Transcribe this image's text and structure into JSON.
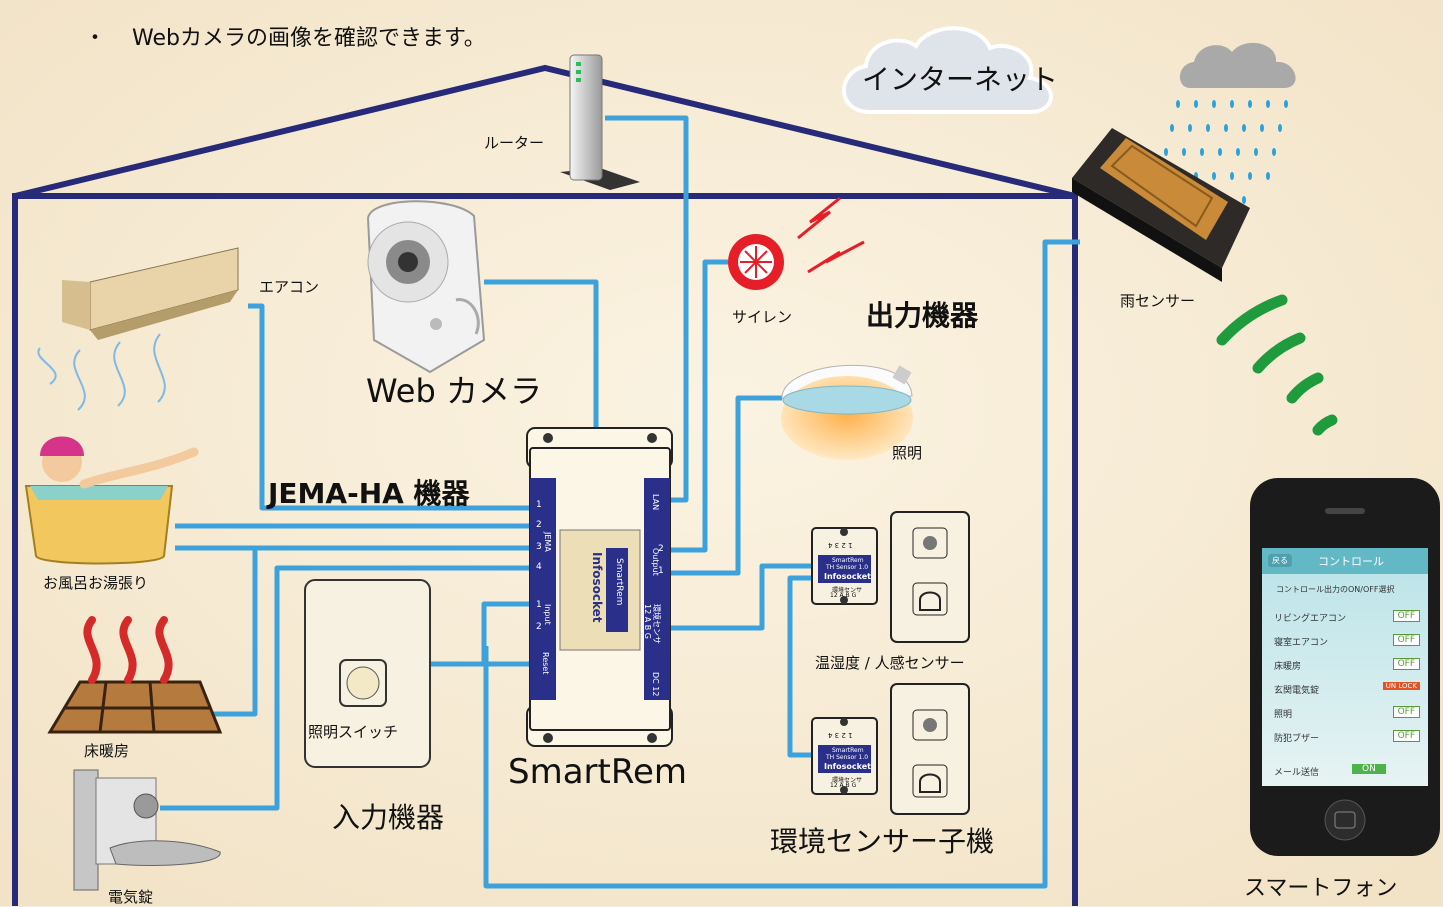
{
  "header": {
    "bullet": "・",
    "line": "Webカメラの画像を確認できます。"
  },
  "labels": {
    "internet": "インターネット",
    "router": "ルーター",
    "aircon": "エアコン",
    "webcam": "Web カメラ",
    "siren": "サイレン",
    "output_devices": "出力機器",
    "rain_sensor": "雨センサー",
    "light": "照明",
    "jema": "JEMA-HA 機器",
    "bath": "お風呂お湯張り",
    "floor_heating": "床暖房",
    "light_switch": "照明スイッチ",
    "input_devices": "入力機器",
    "smartrem": "SmartRem",
    "th_sensor": "温湿度 / 人感センサー",
    "env_sensor": "環境センサー子機",
    "e_lock": "電気錠",
    "smartphone": "スマートフォン"
  },
  "device": {
    "brand": "Infosocket",
    "model": "SmartRem",
    "jema": "JEMA",
    "ports": [
      "1",
      "2",
      "3",
      "4"
    ],
    "input": "Input",
    "input_ports": [
      "1",
      "2"
    ],
    "reset": "Reset",
    "lan": "LAN",
    "output": "Output",
    "output_ports": [
      "1",
      "2"
    ],
    "sensor": "環境センサ",
    "sensor_pins": "12 A B G",
    "dc": "DC 12"
  },
  "sensor_module": {
    "top": "1 2 3 4",
    "name": "SmartRem",
    "sub": "TH Sensor 1.0",
    "brand": "Infosocket",
    "pins_label": "環境センサ",
    "pins": "12 A B G"
  },
  "phone": {
    "title": "コントロール",
    "back": "戻る",
    "section": "コントロール出力のON/OFF選択",
    "rows": [
      {
        "label": "リビングエアコン",
        "state": "OFF"
      },
      {
        "label": "寝室エアコン",
        "state": "OFF"
      },
      {
        "label": "床暖房",
        "state": "OFF"
      },
      {
        "label": "玄関電気錠",
        "state": "UN LOCK"
      },
      {
        "label": "照明",
        "state": "OFF"
      },
      {
        "label": "防犯ブザー",
        "state": "OFF"
      }
    ],
    "mail": {
      "label": "メール送信",
      "state": "ON"
    }
  },
  "colors": {
    "wire": "#3da2dc",
    "house": "#262a78",
    "background": "#f7ecd6",
    "signal": "#1f9a3c",
    "cloud": "#dfe3ea",
    "rain": "#29a3d9",
    "siren": "#e61e28"
  }
}
